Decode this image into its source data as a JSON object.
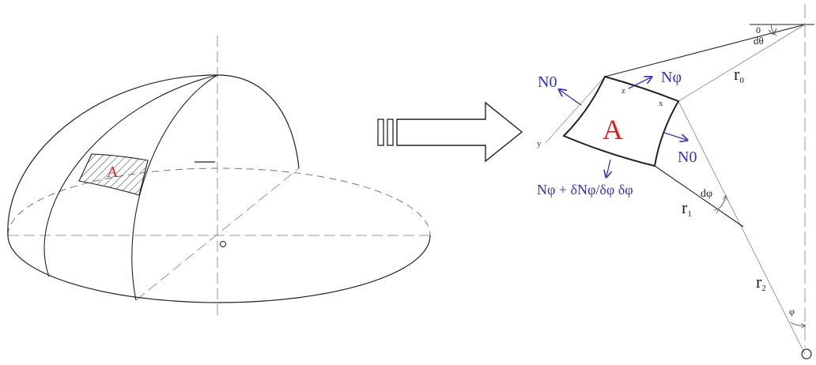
{
  "left_figure": {
    "patch_label": "A",
    "origin_label": "O"
  },
  "right_figure": {
    "patch_label": "A",
    "force_n_theta_left": "N0",
    "force_n_phi_top": "Nφ",
    "force_n_theta_right": "N0",
    "force_n_phi_bottom": "Nφ + δNφ/δφ δφ",
    "axis_x": "x",
    "axis_y": "y",
    "axis_z": "z",
    "radius_r0": "r",
    "radius_r0_sub": "0",
    "radius_r1": "r",
    "radius_r1_sub": "1",
    "radius_r2": "r",
    "radius_r2_sub": "2",
    "angle_theta": "0",
    "angle_dtheta": "dθ",
    "angle_dphi": "dφ",
    "angle_phi": "φ",
    "origin_label": "O"
  },
  "colors": {
    "line": "#222222",
    "force": "#3333cc",
    "patch_label": "#e02020",
    "dashed": "#999999",
    "construction": "#aaaaaa"
  }
}
